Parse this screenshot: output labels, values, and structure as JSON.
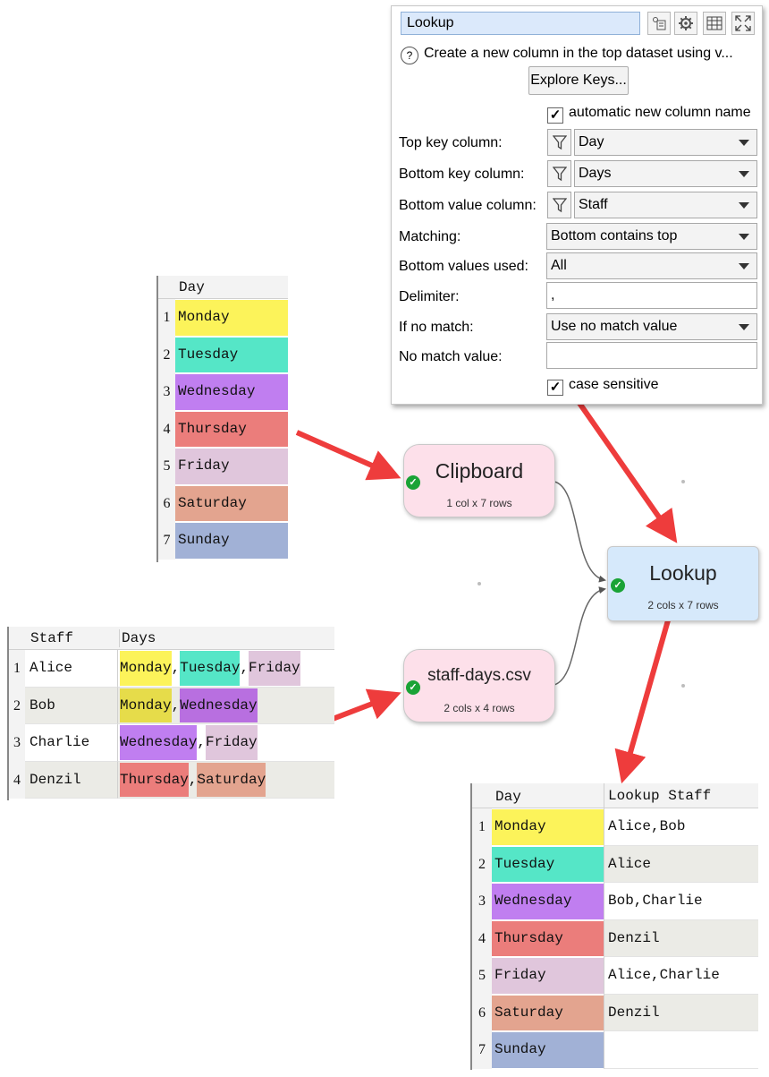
{
  "lookup_panel": {
    "title": "Lookup",
    "description": "Create a new column in the top dataset using v...",
    "explore_keys_label": "Explore Keys...",
    "auto_column_label": "automatic new column name",
    "fields": {
      "top_key_label": "Top key column:",
      "top_key_value": "Day",
      "bottom_key_label": "Bottom key column:",
      "bottom_key_value": "Days",
      "bottom_value_label": "Bottom value column:",
      "bottom_value_value": "Staff",
      "matching_label": "Matching:",
      "matching_value": "Bottom contains top",
      "values_used_label": "Bottom values used:",
      "values_used_value": "All",
      "delimiter_label": "Delimiter:",
      "delimiter_value": ",",
      "no_match_label": "If no match:",
      "no_match_value": "Use no match value",
      "no_match_value_label": "No match value:",
      "no_match_value_text": ""
    },
    "case_sensitive_label": "case sensitive",
    "checkmark": "✓"
  },
  "days_table": {
    "header": "Day",
    "rows": [
      {
        "n": "1",
        "day": "Monday",
        "color": "#fcf35a"
      },
      {
        "n": "2",
        "day": "Tuesday",
        "color": "#55e6c7"
      },
      {
        "n": "3",
        "day": "Wednesday",
        "color": "#c07ef0"
      },
      {
        "n": "4",
        "day": "Thursday",
        "color": "#eb7d7b"
      },
      {
        "n": "5",
        "day": "Friday",
        "color": "#e0c6dc"
      },
      {
        "n": "6",
        "day": "Saturday",
        "color": "#e3a48f"
      },
      {
        "n": "7",
        "day": "Sunday",
        "color": "#a1b1d6"
      }
    ]
  },
  "staff_table": {
    "headers": [
      "Staff",
      "Days"
    ],
    "rows": [
      {
        "n": "1",
        "staff": "Alice",
        "days": [
          {
            "t": "Monday",
            "c": "#fcf35a"
          },
          {
            "t": ",",
            "c": ""
          },
          {
            "t": "Tuesday",
            "c": "#55e6c7"
          },
          {
            "t": ",",
            "c": ""
          },
          {
            "t": "Friday",
            "c": "#e0c6dc"
          }
        ]
      },
      {
        "n": "2",
        "staff": "Bob",
        "days": [
          {
            "t": "Monday",
            "c": "#e6dc4a"
          },
          {
            "t": ",",
            "c": ""
          },
          {
            "t": "Wednesday",
            "c": "#b86fe0"
          }
        ]
      },
      {
        "n": "3",
        "staff": "Charlie",
        "days": [
          {
            "t": "Wednesday",
            "c": "#c07ef0"
          },
          {
            "t": ",",
            "c": ""
          },
          {
            "t": "Friday",
            "c": "#e0c6dc"
          }
        ]
      },
      {
        "n": "4",
        "staff": "Denzil",
        "days": [
          {
            "t": "Thursday",
            "c": "#eb7d7b"
          },
          {
            "t": ",",
            "c": ""
          },
          {
            "t": "Saturday",
            "c": "#e3a48f"
          }
        ]
      }
    ]
  },
  "nodes": {
    "clipboard": {
      "title": "Clipboard",
      "subtitle": "1 col x 7 rows"
    },
    "staff_csv": {
      "title": "staff-days.csv",
      "subtitle": "2 cols x 4 rows"
    },
    "lookup": {
      "title": "Lookup",
      "subtitle": "2 cols x 7 rows"
    },
    "ok_mark": "✓"
  },
  "result_table": {
    "headers": [
      "Day",
      "Lookup Staff"
    ],
    "rows": [
      {
        "n": "1",
        "day": "Monday",
        "color": "#fcf35a",
        "staff": "Alice,Bob"
      },
      {
        "n": "2",
        "day": "Tuesday",
        "color": "#55e6c7",
        "staff": "Alice"
      },
      {
        "n": "3",
        "day": "Wednesday",
        "color": "#c07ef0",
        "staff": "Bob,Charlie"
      },
      {
        "n": "4",
        "day": "Thursday",
        "color": "#eb7d7b",
        "staff": "Denzil"
      },
      {
        "n": "5",
        "day": "Friday",
        "color": "#e0c6dc",
        "staff": "Alice,Charlie"
      },
      {
        "n": "6",
        "day": "Saturday",
        "color": "#e3a48f",
        "staff": "Denzil"
      },
      {
        "n": "7",
        "day": "Sunday",
        "color": "#a1b1d6",
        "staff": ""
      }
    ]
  },
  "colors": {
    "arrow": "#ee3c3c",
    "node_pink": "#fde0ea",
    "node_blue": "#d6e9fb",
    "panel_title_bg": "#dbe9fb",
    "row_alt": "#ebebe6"
  }
}
